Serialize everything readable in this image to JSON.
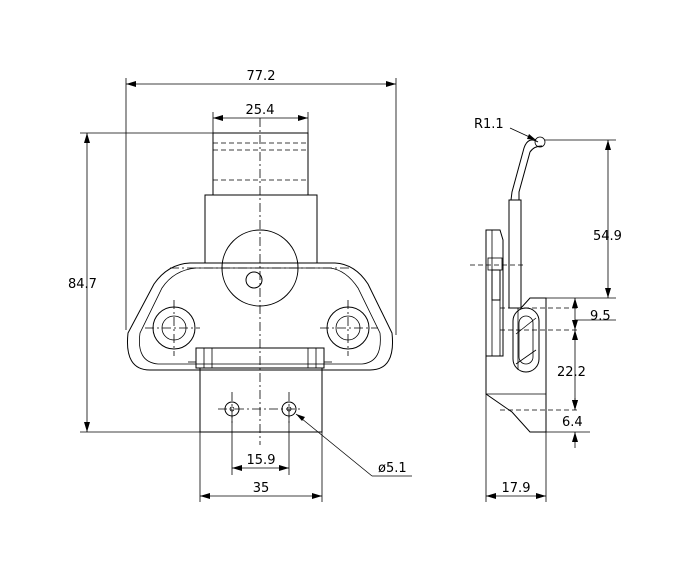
{
  "dimensions": {
    "overall_width": "77.2",
    "top_width": "25.4",
    "overall_height": "84.7",
    "hole_spacing": "15.9",
    "base_width": "35",
    "hole_diameter": "ø5.1",
    "radius": "R1.1",
    "side_height": "54.9",
    "side_offset_a": "9.5",
    "side_offset_b": "22.2",
    "side_offset_c": "6.4",
    "side_depth": "17.9"
  }
}
